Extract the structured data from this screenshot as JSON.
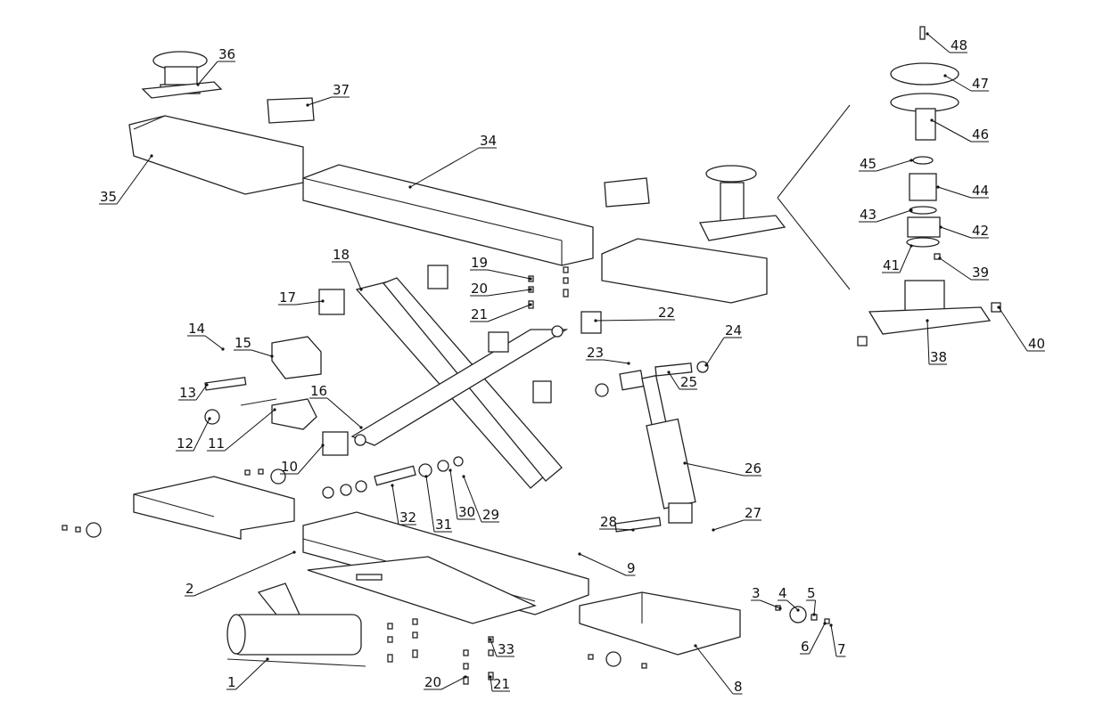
{
  "diagram": {
    "type": "exploded parts diagram",
    "part_labels": [
      "48",
      "47",
      "46",
      "45",
      "44",
      "43",
      "42",
      "41",
      "39",
      "40",
      "38",
      "36",
      "37",
      "34",
      "35",
      "18",
      "17",
      "19",
      "20",
      "21",
      "22",
      "23",
      "24",
      "25",
      "14",
      "15",
      "16",
      "13",
      "12",
      "11",
      "10",
      "26",
      "27",
      "28",
      "29",
      "30",
      "31",
      "32",
      "9",
      "3",
      "4",
      "5",
      "6",
      "7",
      "2",
      "1",
      "33",
      "20",
      "21",
      "8"
    ]
  }
}
